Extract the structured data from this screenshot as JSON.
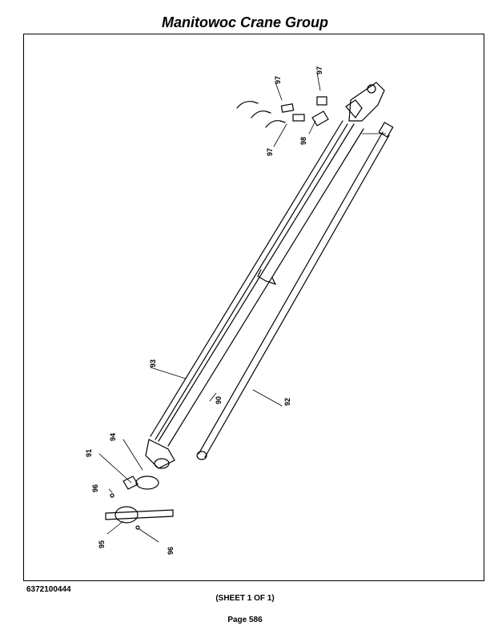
{
  "header": {
    "title": "Manitowoc Crane Group"
  },
  "footer": {
    "part_number": "6372100444",
    "sheet": "(SHEET 1 OF 1)",
    "page": "Page 586"
  },
  "callouts": {
    "c90": "90",
    "c91": "91",
    "c92": "92",
    "c93": "93",
    "c94": "94",
    "c95": "95",
    "c96a": "96",
    "c96b": "96",
    "c97a": "97",
    "c97b": "97",
    "c97c": "97",
    "c98": "98"
  }
}
